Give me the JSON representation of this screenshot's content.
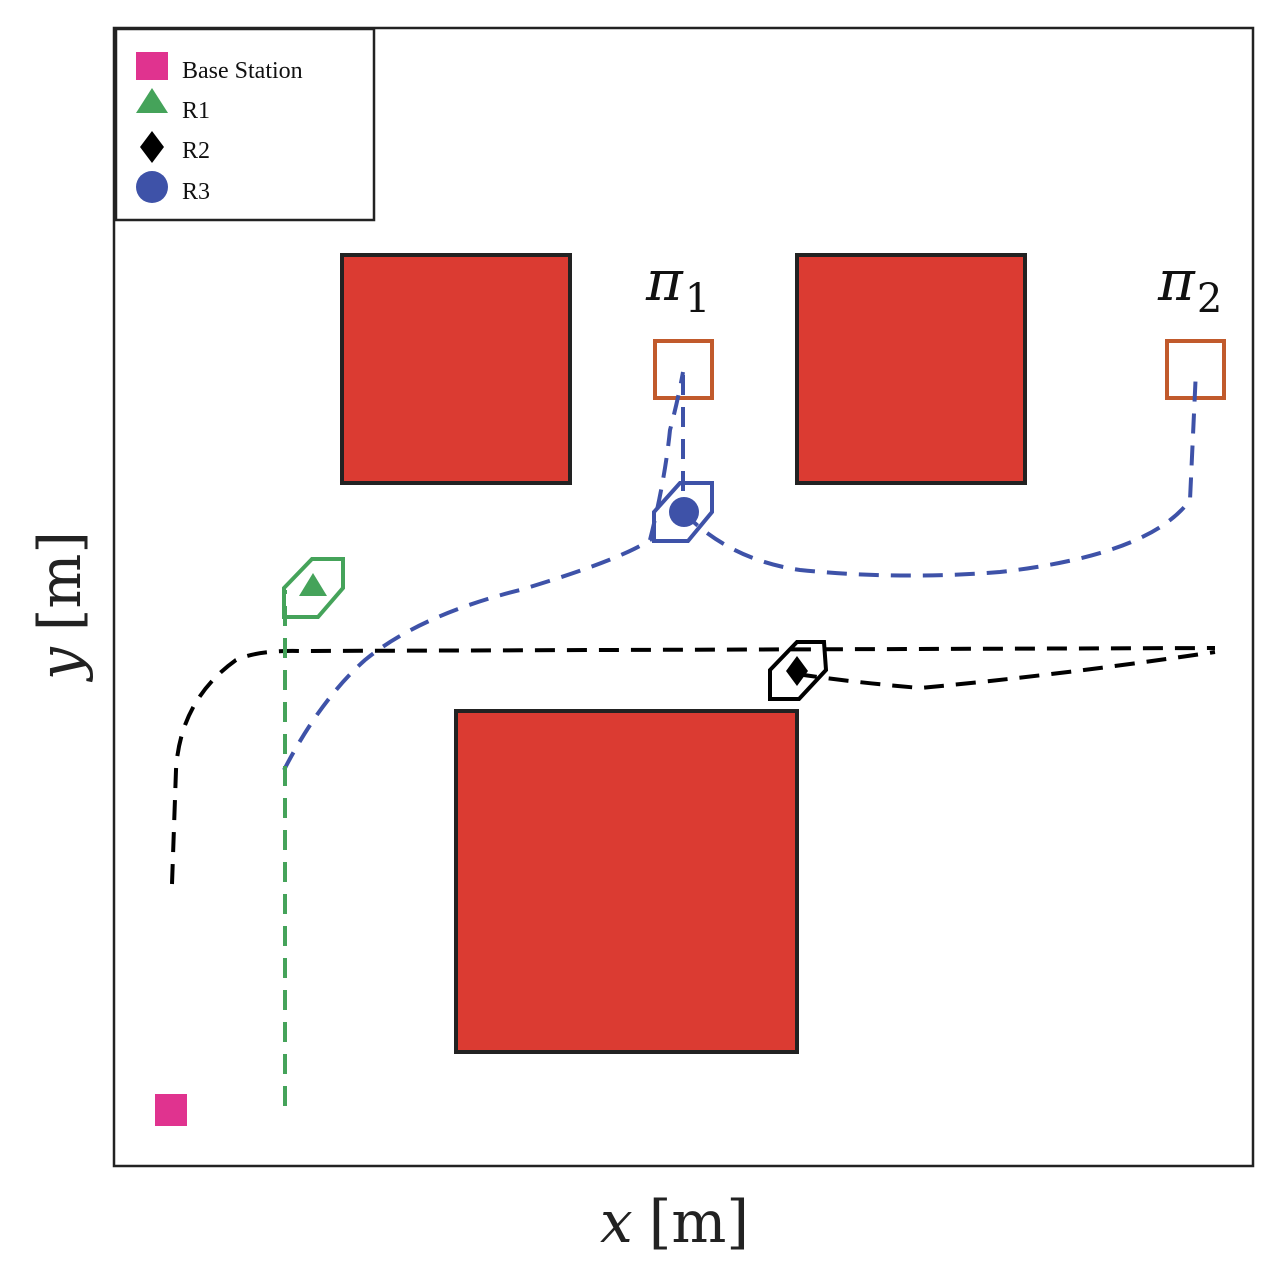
{
  "colors": {
    "obstacle": "#db3b32",
    "obstacle_border": "#222222",
    "base_station": "#e0338f",
    "r1": "#45a35a",
    "r2": "#000000",
    "r3": "#3e52a8",
    "goal": "#c15a2c",
    "frame": "#222222"
  },
  "axes": {
    "xlabel_var": "x",
    "xlabel_unit": "[m]",
    "ylabel_var": "y",
    "ylabel_unit": "[m]"
  },
  "legend": {
    "items": [
      {
        "label": "Base Station",
        "marker": "square"
      },
      {
        "label": "R1",
        "marker": "triangle"
      },
      {
        "label": "R2",
        "marker": "diamond"
      },
      {
        "label": "R3",
        "marker": "circle"
      }
    ]
  },
  "goals": [
    {
      "symbol": "π",
      "sub": "1"
    },
    {
      "symbol": "π",
      "sub": "2"
    }
  ]
}
